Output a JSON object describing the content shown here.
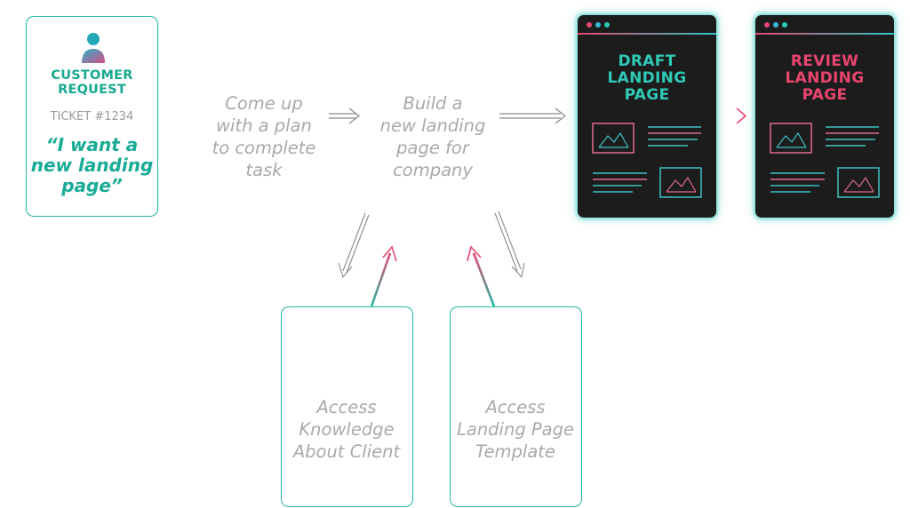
{
  "request_card": {
    "title_line1": "CUSTOMER",
    "title_line2": "REQUEST",
    "ticket": "TICKET #1234",
    "quote_line1": "“I want a",
    "quote_line2": "new landing",
    "quote_line3": "page”"
  },
  "steps": {
    "plan": [
      "Come up",
      "with a plan",
      "to complete",
      "task"
    ],
    "build": [
      "Build a",
      "new landing",
      "page for",
      "company"
    ]
  },
  "access_cards": {
    "knowledge": [
      "Access",
      "Knowledge",
      "About Client"
    ],
    "template": [
      "Access",
      "Landing Page",
      "Template"
    ]
  },
  "windows": {
    "draft": {
      "line1": "DRAFT",
      "line2": "LANDING",
      "line3": "PAGE",
      "color": "#2fc9b5"
    },
    "review": {
      "line1": "REVIEW",
      "line2": "LANDING",
      "line3": "PAGE",
      "color": "#e8456f"
    }
  },
  "colors": {
    "teal": "#1fb7a3",
    "pink": "#e8456f",
    "gray_text": "#a9a9a9"
  }
}
